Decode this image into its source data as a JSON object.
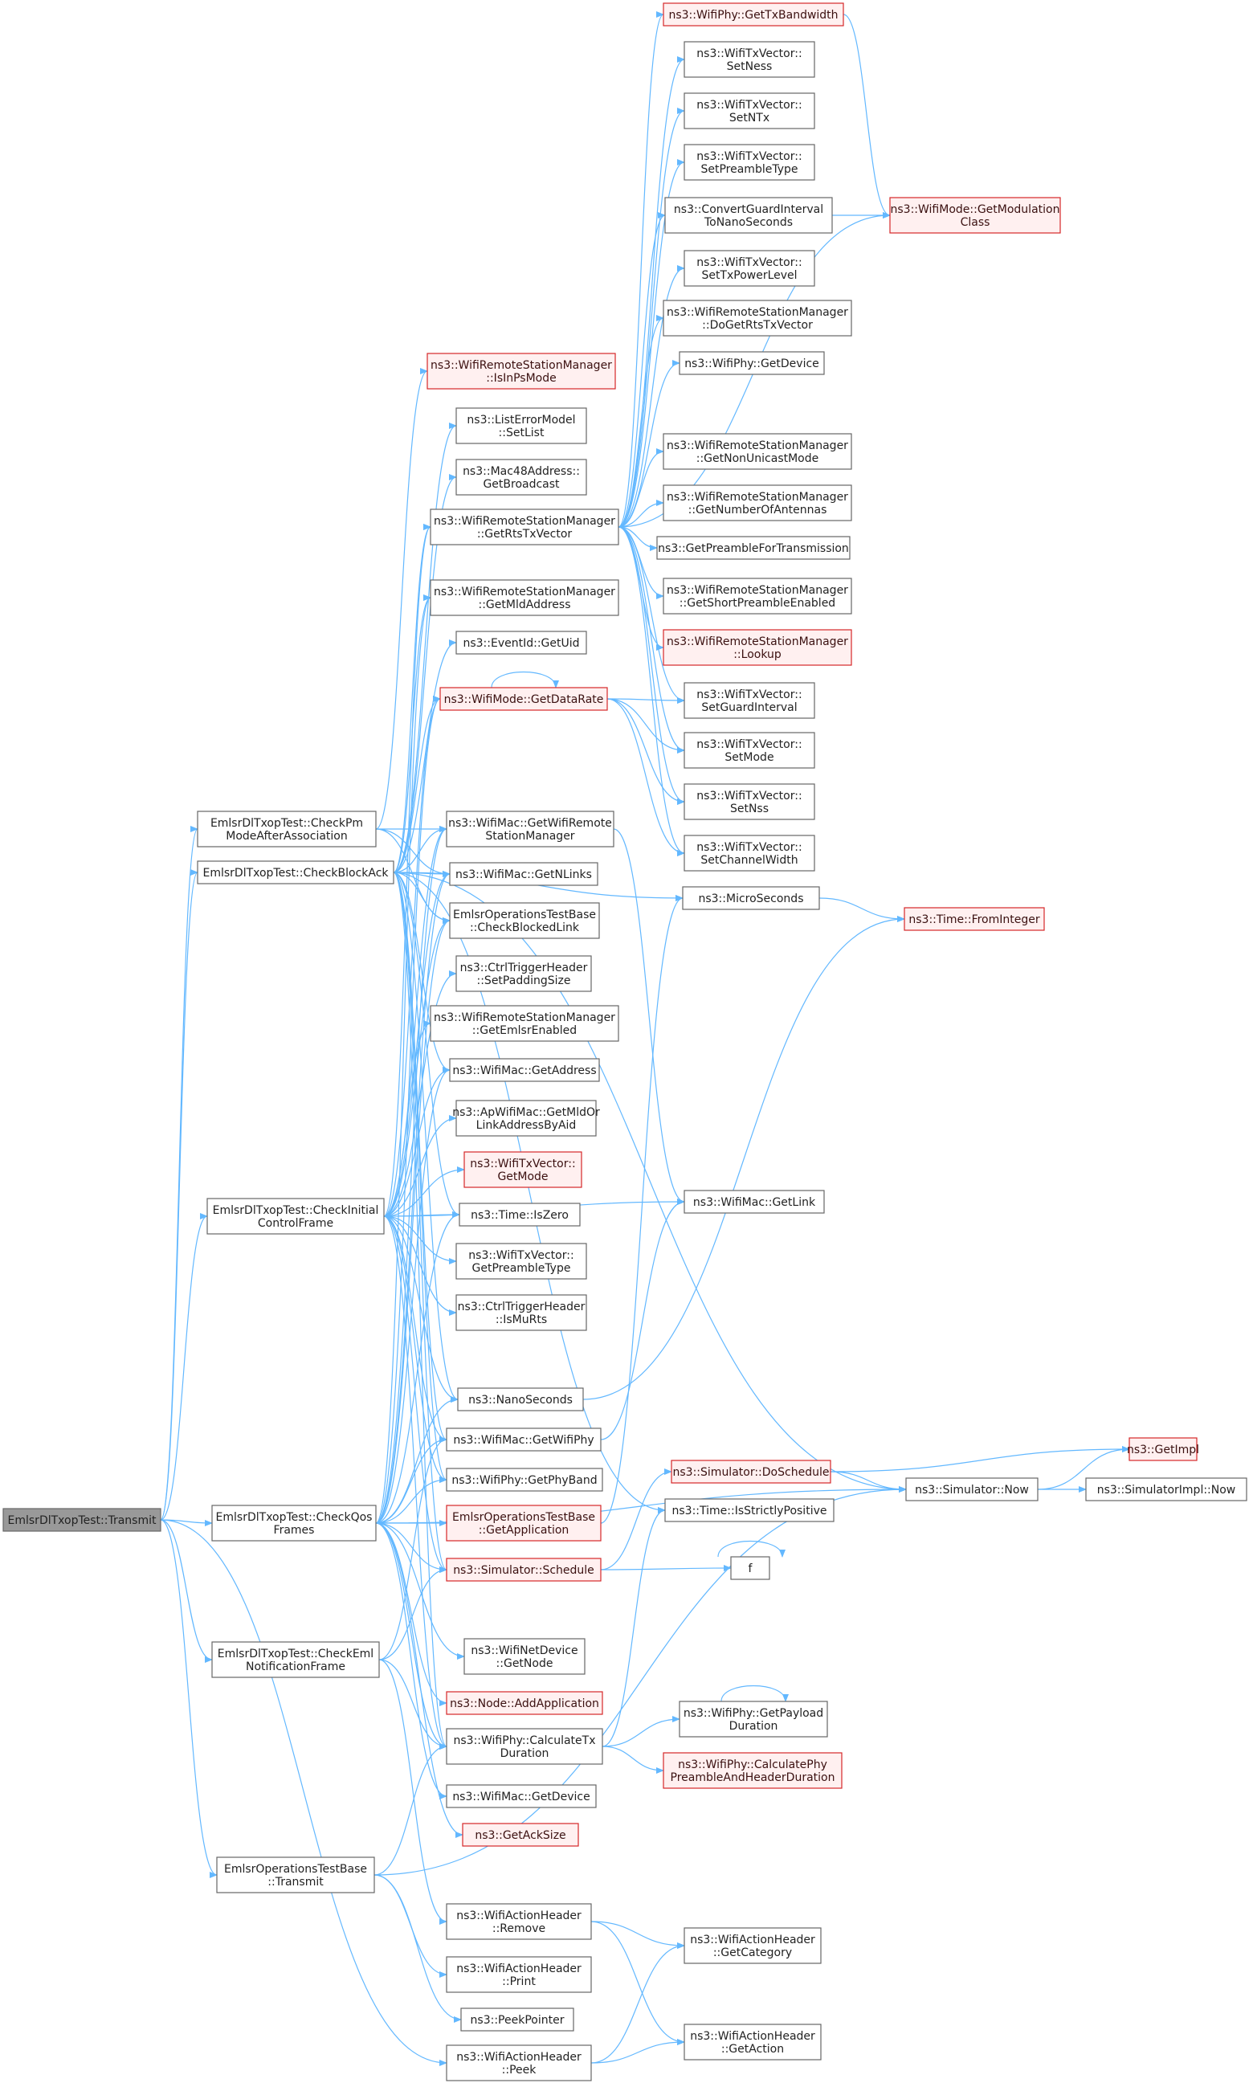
{
  "nodes": [
    {
      "id": "root",
      "lines": [
        "EmlsrDlTxopTest::Transmit"
      ],
      "style": "root"
    },
    {
      "id": "checkPm",
      "lines": [
        "EmlsrDlTxopTest::CheckPm",
        "ModeAfterAssociation"
      ],
      "style": "normal"
    },
    {
      "id": "checkBA",
      "lines": [
        "EmlsrDlTxopTest::CheckBlockAck"
      ],
      "style": "normal"
    },
    {
      "id": "checkInit",
      "lines": [
        "EmlsrDlTxopTest::CheckInitial",
        "ControlFrame"
      ],
      "style": "normal"
    },
    {
      "id": "checkQos",
      "lines": [
        "EmlsrDlTxopTest::CheckQos",
        "Frames"
      ],
      "style": "normal"
    },
    {
      "id": "checkEml",
      "lines": [
        "EmlsrDlTxopTest::CheckEml",
        "NotificationFrame"
      ],
      "style": "normal"
    },
    {
      "id": "baseTx",
      "lines": [
        "EmlsrOperationsTestBase",
        "::Transmit"
      ],
      "style": "normal"
    },
    {
      "id": "isInPs",
      "lines": [
        "ns3::WifiRemoteStationManager",
        "::IsInPsMode"
      ],
      "style": "red"
    },
    {
      "id": "setList",
      "lines": [
        "ns3::ListErrorModel",
        "::SetList"
      ],
      "style": "normal"
    },
    {
      "id": "bcast",
      "lines": [
        "ns3::Mac48Address::",
        "GetBroadcast"
      ],
      "style": "normal"
    },
    {
      "id": "getRts",
      "lines": [
        "ns3::WifiRemoteStationManager",
        "::GetRtsTxVector"
      ],
      "style": "normal"
    },
    {
      "id": "getMld",
      "lines": [
        "ns3::WifiRemoteStationManager",
        "::GetMldAddress"
      ],
      "style": "normal"
    },
    {
      "id": "uid",
      "lines": [
        "ns3::EventId::GetUid"
      ],
      "style": "normal"
    },
    {
      "id": "dataRate",
      "lines": [
        "ns3::WifiMode::GetDataRate"
      ],
      "style": "red"
    },
    {
      "id": "getWRSM",
      "lines": [
        "ns3::WifiMac::GetWifiRemote",
        "StationManager"
      ],
      "style": "normal"
    },
    {
      "id": "nlinks",
      "lines": [
        "ns3::WifiMac::GetNLinks"
      ],
      "style": "normal"
    },
    {
      "id": "cbl",
      "lines": [
        "EmlsrOperationsTestBase",
        "::CheckBlockedLink"
      ],
      "style": "normal"
    },
    {
      "id": "padding",
      "lines": [
        "ns3::CtrlTriggerHeader",
        "::SetPaddingSize"
      ],
      "style": "normal"
    },
    {
      "id": "emlsrEn",
      "lines": [
        "ns3::WifiRemoteStationManager",
        "::GetEmlsrEnabled"
      ],
      "style": "normal"
    },
    {
      "id": "getAddr",
      "lines": [
        "ns3::WifiMac::GetAddress"
      ],
      "style": "normal"
    },
    {
      "id": "mldOr",
      "lines": [
        "ns3::ApWifiMac::GetMldOr",
        "LinkAddressByAid"
      ],
      "style": "normal"
    },
    {
      "id": "getMode",
      "lines": [
        "ns3::WifiTxVector::",
        "GetMode"
      ],
      "style": "red"
    },
    {
      "id": "isZero",
      "lines": [
        "ns3::Time::IsZero"
      ],
      "style": "normal"
    },
    {
      "id": "preType",
      "lines": [
        "ns3::WifiTxVector::",
        "GetPreambleType"
      ],
      "style": "normal"
    },
    {
      "id": "isMuRts",
      "lines": [
        "ns3::CtrlTriggerHeader",
        "::IsMuRts"
      ],
      "style": "normal"
    },
    {
      "id": "nano",
      "lines": [
        "ns3::NanoSeconds"
      ],
      "style": "normal"
    },
    {
      "id": "getPhy",
      "lines": [
        "ns3::WifiMac::GetWifiPhy"
      ],
      "style": "normal"
    },
    {
      "id": "phyBand",
      "lines": [
        "ns3::WifiPhy::GetPhyBand"
      ],
      "style": "normal"
    },
    {
      "id": "getApp",
      "lines": [
        "EmlsrOperationsTestBase",
        "::GetApplication"
      ],
      "style": "red"
    },
    {
      "id": "schedule",
      "lines": [
        "ns3::Simulator::Schedule"
      ],
      "style": "red"
    },
    {
      "id": "getNode",
      "lines": [
        "ns3::WifiNetDevice",
        "::GetNode"
      ],
      "style": "normal"
    },
    {
      "id": "addApp",
      "lines": [
        "ns3::Node::AddApplication"
      ],
      "style": "red"
    },
    {
      "id": "calcTx",
      "lines": [
        "ns3::WifiPhy::CalculateTx",
        "Duration"
      ],
      "style": "normal"
    },
    {
      "id": "macDev",
      "lines": [
        "ns3::WifiMac::GetDevice"
      ],
      "style": "normal"
    },
    {
      "id": "ackSize",
      "lines": [
        "ns3::GetAckSize"
      ],
      "style": "red"
    },
    {
      "id": "actRemove",
      "lines": [
        "ns3::WifiActionHeader",
        "::Remove"
      ],
      "style": "normal"
    },
    {
      "id": "actPrint",
      "lines": [
        "ns3::WifiActionHeader",
        "::Print"
      ],
      "style": "normal"
    },
    {
      "id": "peekPtr",
      "lines": [
        "ns3::PeekPointer"
      ],
      "style": "normal"
    },
    {
      "id": "actPeek",
      "lines": [
        "ns3::WifiActionHeader",
        "::Peek"
      ],
      "style": "normal"
    },
    {
      "id": "txBw",
      "lines": [
        "ns3::WifiPhy::GetTxBandwidth"
      ],
      "style": "red"
    },
    {
      "id": "setNess",
      "lines": [
        "ns3::WifiTxVector::",
        "SetNess"
      ],
      "style": "normal"
    },
    {
      "id": "setNTx",
      "lines": [
        "ns3::WifiTxVector::",
        "SetNTx"
      ],
      "style": "normal"
    },
    {
      "id": "setPre",
      "lines": [
        "ns3::WifiTxVector::",
        "SetPreambleType"
      ],
      "style": "normal"
    },
    {
      "id": "convGI",
      "lines": [
        "ns3::ConvertGuardInterval",
        "ToNanoSeconds"
      ],
      "style": "normal"
    },
    {
      "id": "setPow",
      "lines": [
        "ns3::WifiTxVector::",
        "SetTxPowerLevel"
      ],
      "style": "normal"
    },
    {
      "id": "doRts",
      "lines": [
        "ns3::WifiRemoteStationManager",
        "::DoGetRtsTxVector"
      ],
      "style": "normal"
    },
    {
      "id": "phyDev",
      "lines": [
        "ns3::WifiPhy::GetDevice"
      ],
      "style": "normal"
    },
    {
      "id": "nonUni",
      "lines": [
        "ns3::WifiRemoteStationManager",
        "::GetNonUnicastMode"
      ],
      "style": "normal"
    },
    {
      "id": "numAnt",
      "lines": [
        "ns3::WifiRemoteStationManager",
        "::GetNumberOfAntennas"
      ],
      "style": "normal"
    },
    {
      "id": "preTx",
      "lines": [
        "ns3::GetPreambleForTransmission"
      ],
      "style": "normal"
    },
    {
      "id": "shortPre",
      "lines": [
        "ns3::WifiRemoteStationManager",
        "::GetShortPreambleEnabled"
      ],
      "style": "normal"
    },
    {
      "id": "lookup",
      "lines": [
        "ns3::WifiRemoteStationManager",
        "::Lookup"
      ],
      "style": "red"
    },
    {
      "id": "setGI",
      "lines": [
        "ns3::WifiTxVector::",
        "SetGuardInterval"
      ],
      "style": "normal"
    },
    {
      "id": "setMode",
      "lines": [
        "ns3::WifiTxVector::",
        "SetMode"
      ],
      "style": "normal"
    },
    {
      "id": "setNss",
      "lines": [
        "ns3::WifiTxVector::",
        "SetNss"
      ],
      "style": "normal"
    },
    {
      "id": "setCW",
      "lines": [
        "ns3::WifiTxVector::",
        "SetChannelWidth"
      ],
      "style": "normal"
    },
    {
      "id": "micro",
      "lines": [
        "ns3::MicroSeconds"
      ],
      "style": "normal"
    },
    {
      "id": "getLink",
      "lines": [
        "ns3::WifiMac::GetLink"
      ],
      "style": "normal"
    },
    {
      "id": "doSched",
      "lines": [
        "ns3::Simulator::DoSchedule"
      ],
      "style": "red"
    },
    {
      "id": "strictPos",
      "lines": [
        "ns3::Time::IsStrictlyPositive"
      ],
      "style": "normal"
    },
    {
      "id": "f",
      "lines": [
        "f"
      ],
      "style": "normal"
    },
    {
      "id": "payload",
      "lines": [
        "ns3::WifiPhy::GetPayload",
        "Duration"
      ],
      "style": "normal"
    },
    {
      "id": "phyPre",
      "lines": [
        "ns3::WifiPhy::CalculatePhy",
        "PreambleAndHeaderDuration"
      ],
      "style": "red"
    },
    {
      "id": "getCat",
      "lines": [
        "ns3::WifiActionHeader",
        "::GetCategory"
      ],
      "style": "normal"
    },
    {
      "id": "getAct",
      "lines": [
        "ns3::WifiActionHeader",
        "::GetAction"
      ],
      "style": "normal"
    },
    {
      "id": "modClass",
      "lines": [
        "ns3::WifiMode::GetModulation",
        "Class"
      ],
      "style": "red"
    },
    {
      "id": "fromInt",
      "lines": [
        "ns3::Time::FromInteger"
      ],
      "style": "red"
    },
    {
      "id": "now",
      "lines": [
        "ns3::Simulator::Now"
      ],
      "style": "normal"
    },
    {
      "id": "getImpl",
      "lines": [
        "ns3::GetImpl"
      ],
      "style": "red"
    },
    {
      "id": "implNow",
      "lines": [
        "ns3::SimulatorImpl::Now"
      ],
      "style": "normal"
    }
  ],
  "edges": [
    [
      "root",
      "checkPm"
    ],
    [
      "root",
      "checkBA"
    ],
    [
      "root",
      "checkInit"
    ],
    [
      "root",
      "checkQos"
    ],
    [
      "root",
      "checkEml"
    ],
    [
      "root",
      "baseTx"
    ],
    [
      "root",
      "actPeek"
    ],
    [
      "checkPm",
      "isInPs"
    ],
    [
      "checkPm",
      "getWRSM"
    ],
    [
      "checkPm",
      "nlinks"
    ],
    [
      "checkPm",
      "cbl"
    ],
    [
      "checkBA",
      "setList"
    ],
    [
      "checkBA",
      "bcast"
    ],
    [
      "checkBA",
      "getRts"
    ],
    [
      "checkBA",
      "getMld"
    ],
    [
      "checkBA",
      "uid"
    ],
    [
      "checkBA",
      "dataRate"
    ],
    [
      "checkBA",
      "getWRSM"
    ],
    [
      "checkBA",
      "nlinks"
    ],
    [
      "checkBA",
      "cbl"
    ],
    [
      "checkBA",
      "getAddr"
    ],
    [
      "checkBA",
      "isZero"
    ],
    [
      "checkBA",
      "nano"
    ],
    [
      "checkBA",
      "getPhy"
    ],
    [
      "checkBA",
      "phyBand"
    ],
    [
      "checkBA",
      "schedule"
    ],
    [
      "checkBA",
      "calcTx"
    ],
    [
      "checkBA",
      "now"
    ],
    [
      "checkBA",
      "micro"
    ],
    [
      "checkBA",
      "strictPos"
    ],
    [
      "checkInit",
      "getRts"
    ],
    [
      "checkInit",
      "getWRSM"
    ],
    [
      "checkInit",
      "nlinks"
    ],
    [
      "checkInit",
      "cbl"
    ],
    [
      "checkInit",
      "padding"
    ],
    [
      "checkInit",
      "emlsrEn"
    ],
    [
      "checkInit",
      "getAddr"
    ],
    [
      "checkInit",
      "mldOr"
    ],
    [
      "checkInit",
      "getMode"
    ],
    [
      "checkInit",
      "isZero"
    ],
    [
      "checkInit",
      "preType"
    ],
    [
      "checkInit",
      "isMuRts"
    ],
    [
      "checkInit",
      "nano"
    ],
    [
      "checkInit",
      "getPhy"
    ],
    [
      "checkInit",
      "phyBand"
    ],
    [
      "checkInit",
      "schedule"
    ],
    [
      "checkInit",
      "calcTx"
    ],
    [
      "checkInit",
      "dataRate"
    ],
    [
      "checkInit",
      "getLink"
    ],
    [
      "checkQos",
      "getMld"
    ],
    [
      "checkQos",
      "getWRSM"
    ],
    [
      "checkQos",
      "nlinks"
    ],
    [
      "checkQos",
      "cbl"
    ],
    [
      "checkQos",
      "getAddr"
    ],
    [
      "checkQos",
      "isZero"
    ],
    [
      "checkQos",
      "nano"
    ],
    [
      "checkQos",
      "getPhy"
    ],
    [
      "checkQos",
      "phyBand"
    ],
    [
      "checkQos",
      "getApp"
    ],
    [
      "checkQos",
      "schedule"
    ],
    [
      "checkQos",
      "getNode"
    ],
    [
      "checkQos",
      "addApp"
    ],
    [
      "checkQos",
      "calcTx"
    ],
    [
      "checkQos",
      "macDev"
    ],
    [
      "checkQos",
      "ackSize"
    ],
    [
      "checkQos",
      "now"
    ],
    [
      "checkQos",
      "dataRate"
    ],
    [
      "checkEml",
      "schedule"
    ],
    [
      "checkEml",
      "calcTx"
    ],
    [
      "checkEml",
      "actRemove"
    ],
    [
      "checkEml",
      "getPhy"
    ],
    [
      "baseTx",
      "calcTx"
    ],
    [
      "baseTx",
      "actPrint"
    ],
    [
      "baseTx",
      "peekPtr"
    ],
    [
      "baseTx",
      "now"
    ],
    [
      "getRts",
      "txBw"
    ],
    [
      "getRts",
      "setNess"
    ],
    [
      "getRts",
      "setNTx"
    ],
    [
      "getRts",
      "setPre"
    ],
    [
      "getRts",
      "convGI"
    ],
    [
      "getRts",
      "setPow"
    ],
    [
      "getRts",
      "doRts"
    ],
    [
      "getRts",
      "phyDev"
    ],
    [
      "getRts",
      "nonUni"
    ],
    [
      "getRts",
      "numAnt"
    ],
    [
      "getRts",
      "preTx"
    ],
    [
      "getRts",
      "shortPre"
    ],
    [
      "getRts",
      "lookup"
    ],
    [
      "getRts",
      "setGI"
    ],
    [
      "getRts",
      "setMode"
    ],
    [
      "getRts",
      "setNss"
    ],
    [
      "getRts",
      "setCW"
    ],
    [
      "getRts",
      "modClass"
    ],
    [
      "dataRate",
      "dataRate"
    ],
    [
      "dataRate",
      "setGI"
    ],
    [
      "dataRate",
      "setMode"
    ],
    [
      "dataRate",
      "setNss"
    ],
    [
      "dataRate",
      "setCW"
    ],
    [
      "txBw",
      "modClass"
    ],
    [
      "convGI",
      "modClass"
    ],
    [
      "getWRSM",
      "getLink"
    ],
    [
      "nano",
      "fromInt"
    ],
    [
      "getPhy",
      "getLink"
    ],
    [
      "getApp",
      "micro"
    ],
    [
      "schedule",
      "doSched"
    ],
    [
      "schedule",
      "f"
    ],
    [
      "f",
      "f"
    ],
    [
      "doSched",
      "now"
    ],
    [
      "doSched",
      "getImpl"
    ],
    [
      "calcTx",
      "payload"
    ],
    [
      "calcTx",
      "phyPre"
    ],
    [
      "calcTx",
      "strictPos"
    ],
    [
      "payload",
      "payload"
    ],
    [
      "micro",
      "fromInt"
    ],
    [
      "now",
      "getImpl"
    ],
    [
      "now",
      "implNow"
    ],
    [
      "actRemove",
      "getCat"
    ],
    [
      "actRemove",
      "getAct"
    ],
    [
      "actPeek",
      "getCat"
    ],
    [
      "actPeek",
      "getAct"
    ]
  ]
}
